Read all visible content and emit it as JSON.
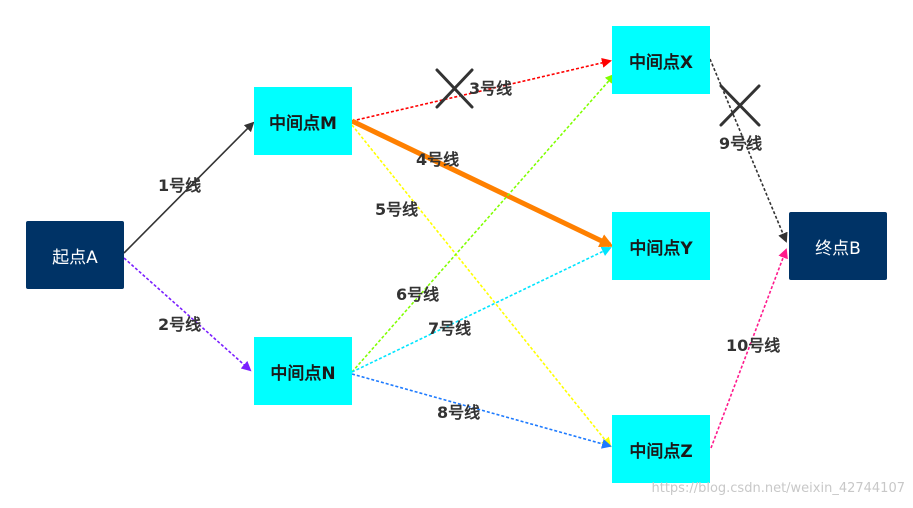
{
  "nodes": {
    "A": "起点A",
    "M": "中间点M",
    "N": "中间点N",
    "X": "中间点X",
    "Y": "中间点Y",
    "Z": "中间点Z",
    "B": "终点B"
  },
  "edges": {
    "e1": "1号线",
    "e2": "2号线",
    "e3": "3号线",
    "e4": "4号线",
    "e5": "5号线",
    "e6": "6号线",
    "e7": "7号线",
    "e8": "8号线",
    "e9": "9号线",
    "e10": "10号线"
  },
  "colors": {
    "e1": "#333333",
    "e2": "#7b1fff",
    "e3": "#ff0000",
    "e4": "#ff8000",
    "e5": "#ffff00",
    "e6": "#80ff00",
    "e7": "#00e5ff",
    "e8": "#1e7bff",
    "e9": "#333333",
    "e10": "#ff1a8c",
    "node_dark": "#003366",
    "node_cyan": "#00ffff"
  },
  "blocked_edges": [
    "e3",
    "e9"
  ],
  "watermark": "https://blog.csdn.net/weixin_42744107"
}
